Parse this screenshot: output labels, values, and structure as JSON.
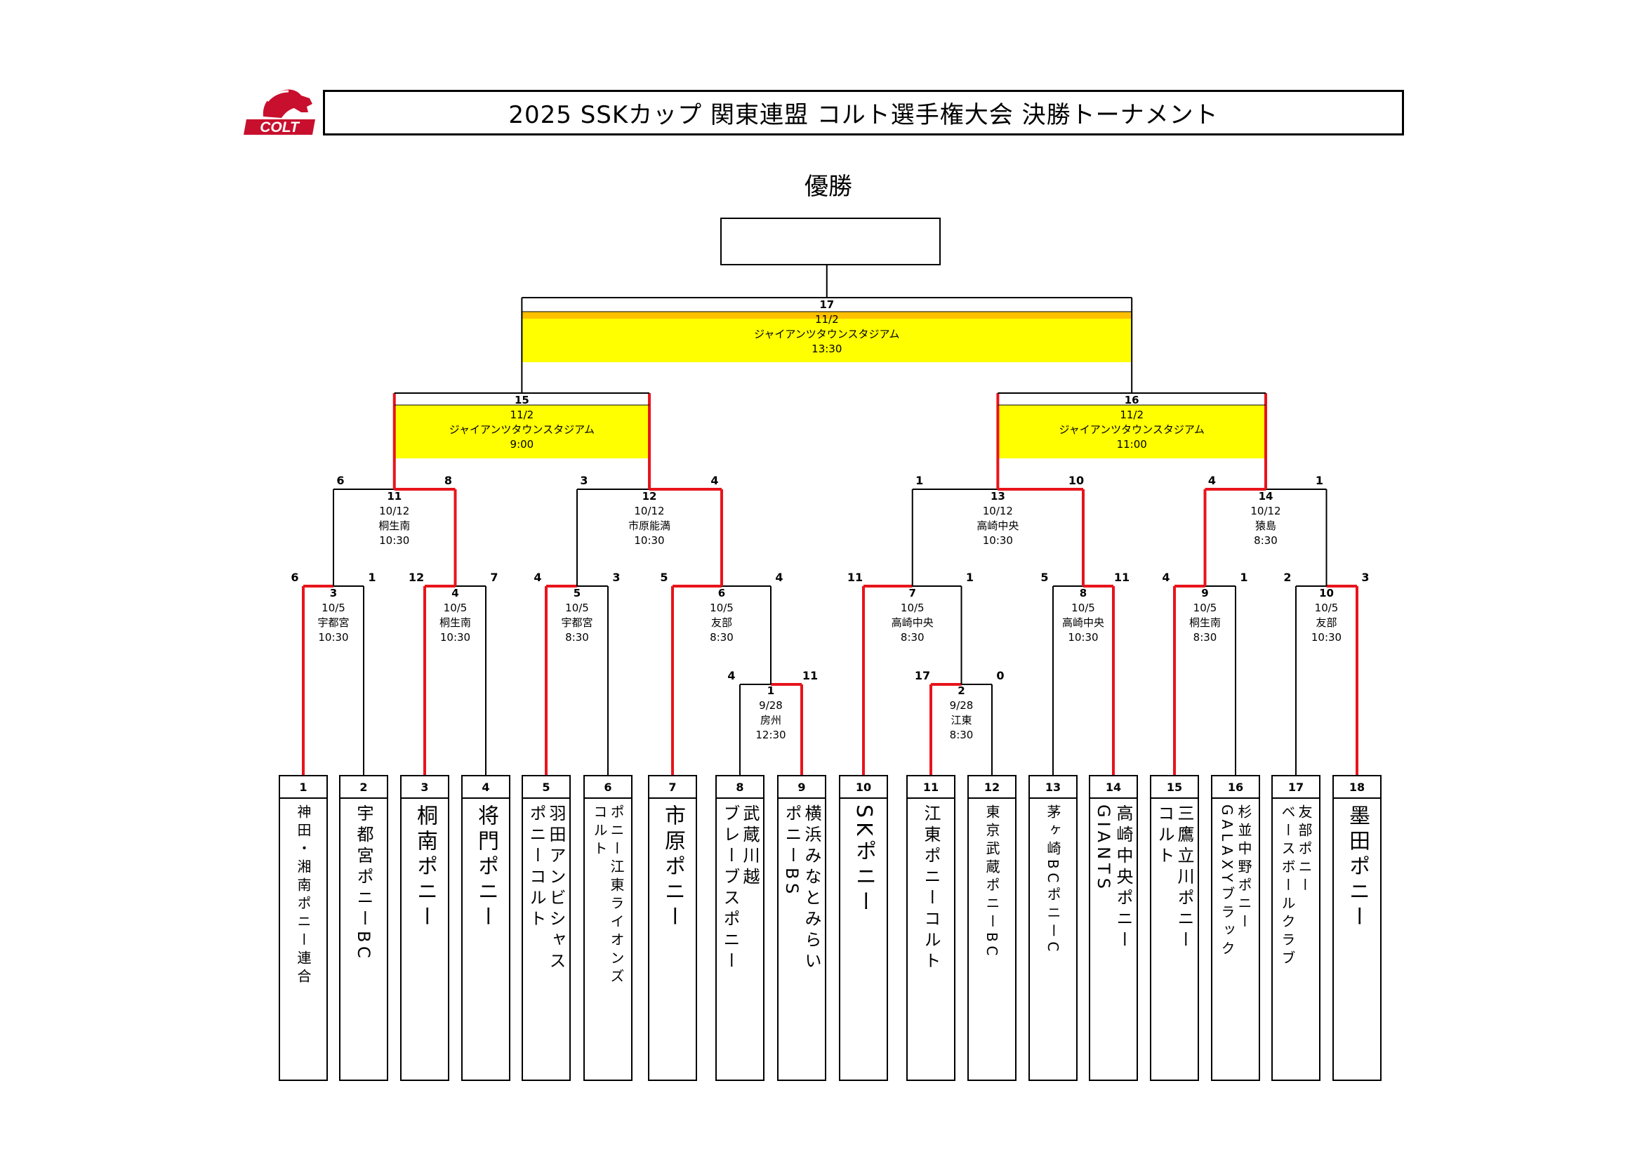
{
  "title": "2025 SSKカップ 関東連盟 コルト選手権大会 決勝トーナメント",
  "logo_text": "COLT",
  "champion_label": "優勝",
  "colors": {
    "win_line": "#e8141b",
    "final_top_band": "#ffc000",
    "final_band": "#ffff00",
    "line": "#000000"
  },
  "teams": [
    {
      "no": "1",
      "name": [
        "神田・湘南ポニー連合"
      ]
    },
    {
      "no": "2",
      "name": [
        "宇都宮ポニーBC"
      ]
    },
    {
      "no": "3",
      "name": [
        "桐南ポニー"
      ]
    },
    {
      "no": "4",
      "name": [
        "将門ポニー"
      ]
    },
    {
      "no": "5",
      "name": [
        "羽田アンビシャス",
        "ポニーコルト"
      ]
    },
    {
      "no": "6",
      "name": [
        "ポニー江東ライオンズ",
        "コルト"
      ]
    },
    {
      "no": "7",
      "name": [
        "市原ポニー"
      ]
    },
    {
      "no": "8",
      "name": [
        "武蔵川越",
        "ブレーブスポニー"
      ]
    },
    {
      "no": "9",
      "name": [
        "横浜みなとみらい",
        "ポニーBS"
      ]
    },
    {
      "no": "10",
      "name": [
        "SKポニー"
      ]
    },
    {
      "no": "11",
      "name": [
        "江東ポニーコルト"
      ]
    },
    {
      "no": "12",
      "name": [
        "東京武蔵ポニーBC"
      ]
    },
    {
      "no": "13",
      "name": [
        "茅ヶ崎BCポニーC"
      ]
    },
    {
      "no": "14",
      "name": [
        "高崎中央ポニー",
        "GIANTS"
      ]
    },
    {
      "no": "15",
      "name": [
        "三鷹立川ポニー",
        "コルト"
      ]
    },
    {
      "no": "16",
      "name": [
        "杉並中野ポニー",
        "GALAXYブラック"
      ]
    },
    {
      "no": "17",
      "name": [
        "友部ポニー",
        "ベースボールクラブ"
      ]
    },
    {
      "no": "18",
      "name": [
        "墨田ポニー"
      ]
    }
  ],
  "games": [
    {
      "no": "1",
      "date": "9/28",
      "venue": "房州",
      "time": "12:30",
      "score_left": "4",
      "score_right": "11"
    },
    {
      "no": "2",
      "date": "9/28",
      "venue": "江東",
      "time": "8:30",
      "score_left": "17",
      "score_right": "0"
    },
    {
      "no": "3",
      "date": "10/5",
      "venue": "宇都宮",
      "time": "10:30",
      "score_left": "6",
      "score_right": "1"
    },
    {
      "no": "4",
      "date": "10/5",
      "venue": "桐生南",
      "time": "10:30",
      "score_left": "12",
      "score_right": "7"
    },
    {
      "no": "5",
      "date": "10/5",
      "venue": "宇都宮",
      "time": "8:30",
      "score_left": "4",
      "score_right": "3"
    },
    {
      "no": "6",
      "date": "10/5",
      "venue": "友部",
      "time": "8:30",
      "score_left": "5",
      "score_right": "4"
    },
    {
      "no": "7",
      "date": "10/5",
      "venue": "高崎中央",
      "time": "8:30",
      "score_left": "11",
      "score_right": "1"
    },
    {
      "no": "8",
      "date": "10/5",
      "venue": "高崎中央",
      "time": "10:30",
      "score_left": "5",
      "score_right": "11"
    },
    {
      "no": "9",
      "date": "10/5",
      "venue": "桐生南",
      "time": "8:30",
      "score_left": "4",
      "score_right": "1"
    },
    {
      "no": "10",
      "date": "10/5",
      "venue": "友部",
      "time": "10:30",
      "score_left": "2",
      "score_right": "3"
    },
    {
      "no": "11",
      "date": "10/12",
      "venue": "桐生南",
      "time": "10:30",
      "score_left": "6",
      "score_right": "8"
    },
    {
      "no": "12",
      "date": "10/12",
      "venue": "市原能満",
      "time": "10:30",
      "score_left": "3",
      "score_right": "4"
    },
    {
      "no": "13",
      "date": "10/12",
      "venue": "高崎中央",
      "time": "10:30",
      "score_left": "1",
      "score_right": "10"
    },
    {
      "no": "14",
      "date": "10/12",
      "venue": "猿島",
      "time": "8:30",
      "score_left": "4",
      "score_right": "1"
    },
    {
      "no": "15",
      "date": "11/2",
      "venue": "ジャイアンツタウンスタジアム",
      "time": "9:00",
      "score_left": "",
      "score_right": ""
    },
    {
      "no": "16",
      "date": "11/2",
      "venue": "ジャイアンツタウンスタジアム",
      "time": "11:00",
      "score_left": "",
      "score_right": ""
    },
    {
      "no": "17",
      "date": "11/2",
      "venue": "ジャイアンツタウンスタジアム",
      "time": "13:30",
      "score_left": "",
      "score_right": ""
    }
  ]
}
